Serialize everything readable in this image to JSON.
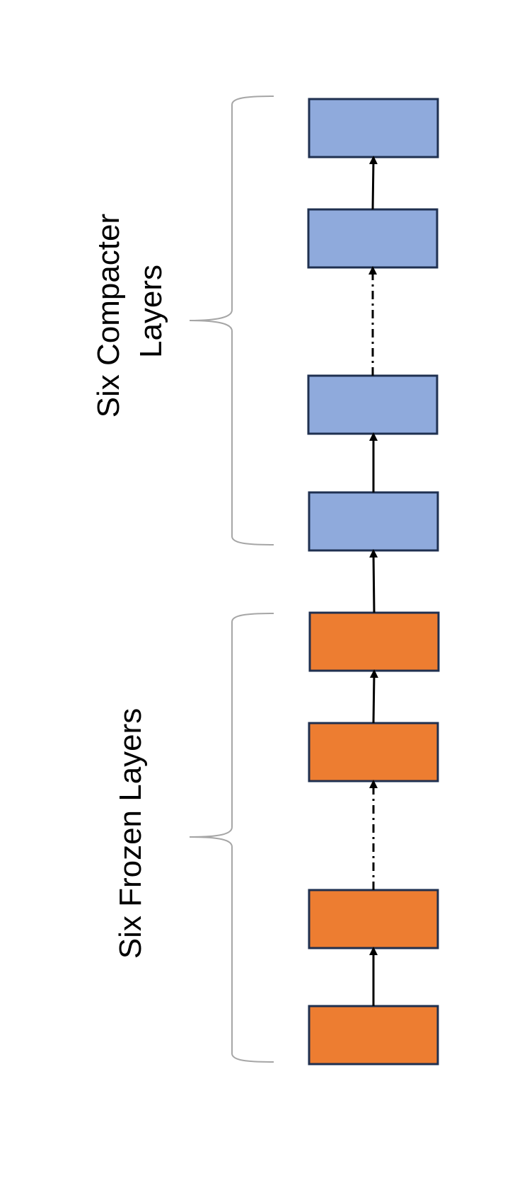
{
  "diagram": {
    "compacter_group": {
      "label_line1": "Six Compacter",
      "label_line2": "Layers",
      "layer_count_shown": 4,
      "fill": "#8faadc",
      "border": "#1f3050"
    },
    "frozen_group": {
      "label": "Six Frozen Layers",
      "layer_count_shown": 4,
      "fill": "#ed7d31",
      "border": "#1f3050"
    },
    "brace_color": "#a6a6a6",
    "arrow_color": "#000000"
  }
}
